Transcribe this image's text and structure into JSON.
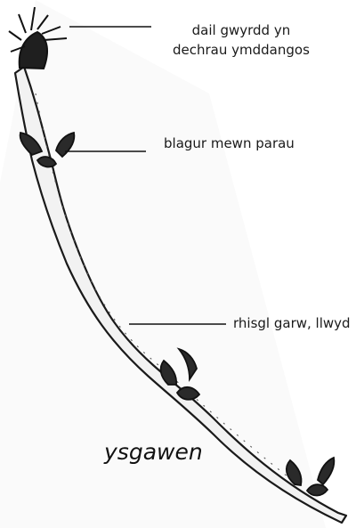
{
  "labels": {
    "new_green_leaves_line_1": "dail gwyrdd yn",
    "new_green_leaves_line_2": "dechrau ymddangos",
    "paired_buds": "blagur mewn parau",
    "rough_grey_bark": "rhisgl garw, llwyd"
  },
  "title": "ysgawen",
  "colors": {
    "ink": "#1a1a1a",
    "twig_fill": "#f3f3f3",
    "texture": "#4a4a4a"
  }
}
